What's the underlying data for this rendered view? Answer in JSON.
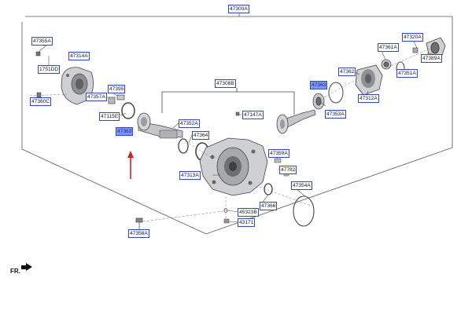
{
  "assembly_label": "47300A",
  "front_marker": "FR.",
  "colors": {
    "label_border": "#2f49c9",
    "highlight": "#7b97ff",
    "pointer_arrow": "#d22222"
  },
  "labels": {
    "l47355A": "47355A",
    "l47314A": "47314A",
    "l1751DD": "1751DD",
    "l47395": "47395",
    "l47357A": "47357A",
    "l47360C": "47360C",
    "l47115E": "47115E",
    "l47363a": "47363",
    "l47308B": "47308B",
    "l47352A": "47352A",
    "l47364": "47364",
    "l47147A": "47147A",
    "l47313A": "47313A",
    "l47359A": "47359A",
    "l47782": "47782",
    "l47354A": "47354A",
    "l47366": "47366",
    "l45323B": "45323B",
    "l43171": "43171",
    "l47358A": "47358A",
    "l47363b": "47363",
    "l47353A": "47353A",
    "l47362": "47362",
    "l47312A": "47312A",
    "l47361A": "47361A",
    "l47351A": "47351A",
    "l47320A": "47320A",
    "l47389A": "47389A"
  }
}
